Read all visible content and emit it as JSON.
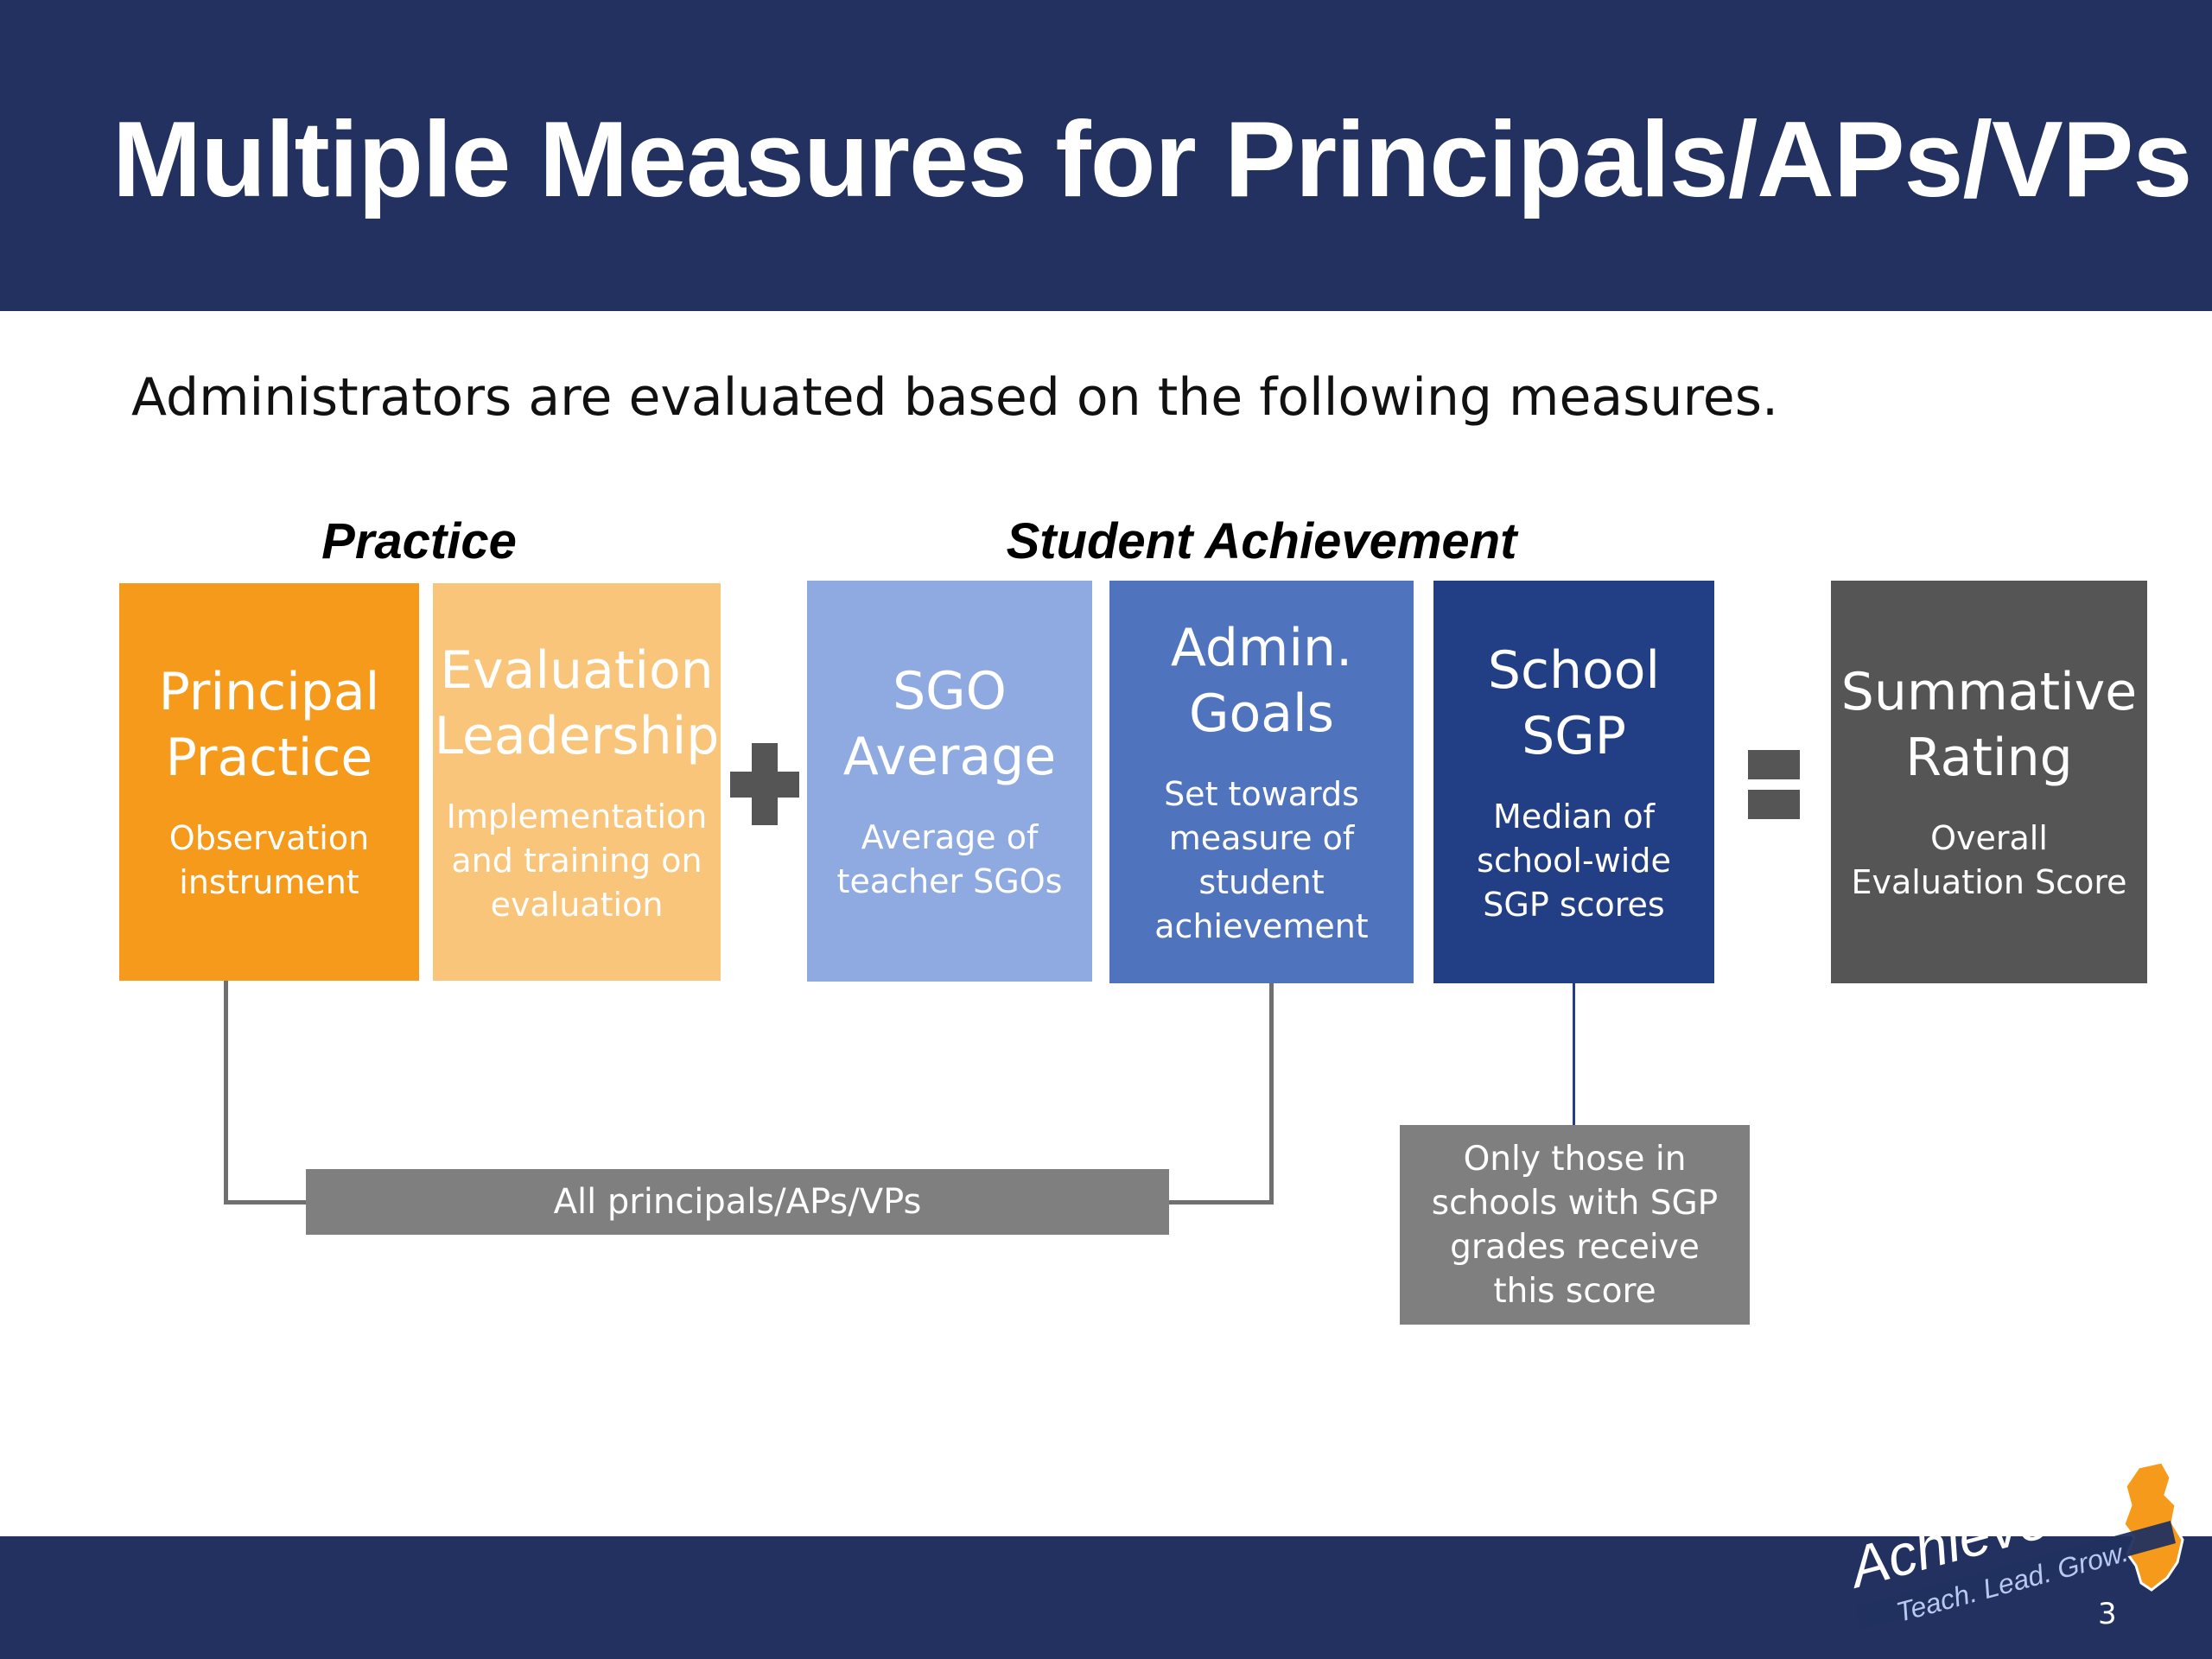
{
  "slide": {
    "title": "Multiple Measures for Principals/APs/VPs",
    "subtitle": "Administrators are evaluated based on the following measures.",
    "page_number": "3"
  },
  "groups": {
    "practice": "Practice",
    "student_achievement": "Student Achievement"
  },
  "boxes": [
    {
      "title": "Principal Practice",
      "desc": "Observation instrument",
      "color": "#f59a1b"
    },
    {
      "title": "Evaluation Leadership",
      "desc": "Implementation and training on evaluation",
      "color": "#f8c57a"
    },
    {
      "title": "SGO Average",
      "desc": "Average of teacher SGOs",
      "color": "#8faae0"
    },
    {
      "title": "Admin. Goals",
      "desc": "Set towards measure of student achievement",
      "color": "#4f73bd"
    },
    {
      "title": "School SGP",
      "desc": "Median of school-wide SGP scores",
      "color": "#223f86"
    },
    {
      "title": "Summative Rating",
      "desc": "Overall Evaluation Score",
      "color": "#555555"
    }
  ],
  "notes": {
    "all": "All principals/APs/VPs",
    "sgp_only": "Only those in schools with SGP grades receive this score"
  },
  "logo": {
    "name_a": "Achieve",
    "name_b": "NJ",
    "tagline": "Teach. Lead. Grow."
  }
}
